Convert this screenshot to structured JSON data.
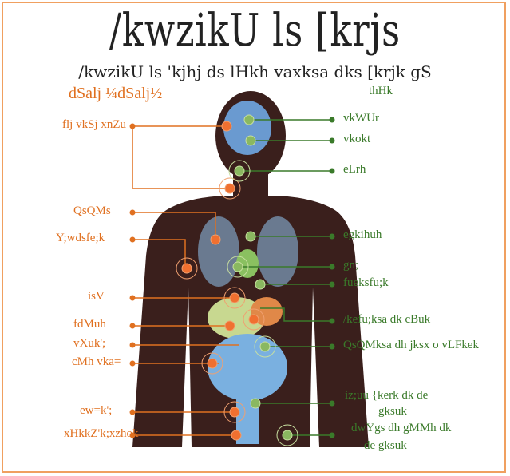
{
  "title": "/kwzikU ls [krjs",
  "subtitle": "/kwzikU ls 'kjhj ds lHkh vaxksa dks [krjk gS",
  "left_heading": "dSalj ¼dSalj½",
  "left_labels": [
    "flj vkSj xnZu",
    "QsQMs",
    "Y;wdsfe;k",
    "isV",
    "fdMuh",
    "vXuk';",
    "cMh vka=",
    "ew=k';",
    "xHkkZ'k;xzhok"
  ],
  "right_labels": [
    "thHk",
    "vkWUr",
    "vkokt",
    "eLrh",
    "egkihuh",
    "gn;",
    "fueksfu;k",
    "/kefu;ksa dk cBuk",
    "QsQMksa dh jksx o vLFkek",
    "iz;uu {kerk dk de",
    "gksuk",
    "dwYgs dh gMMh dk",
    "de gksuk"
  ],
  "colors": {
    "orange": "#e07020",
    "green": "#3a7a2a",
    "body": "#3a1f1c",
    "frame": "#f0a060"
  }
}
